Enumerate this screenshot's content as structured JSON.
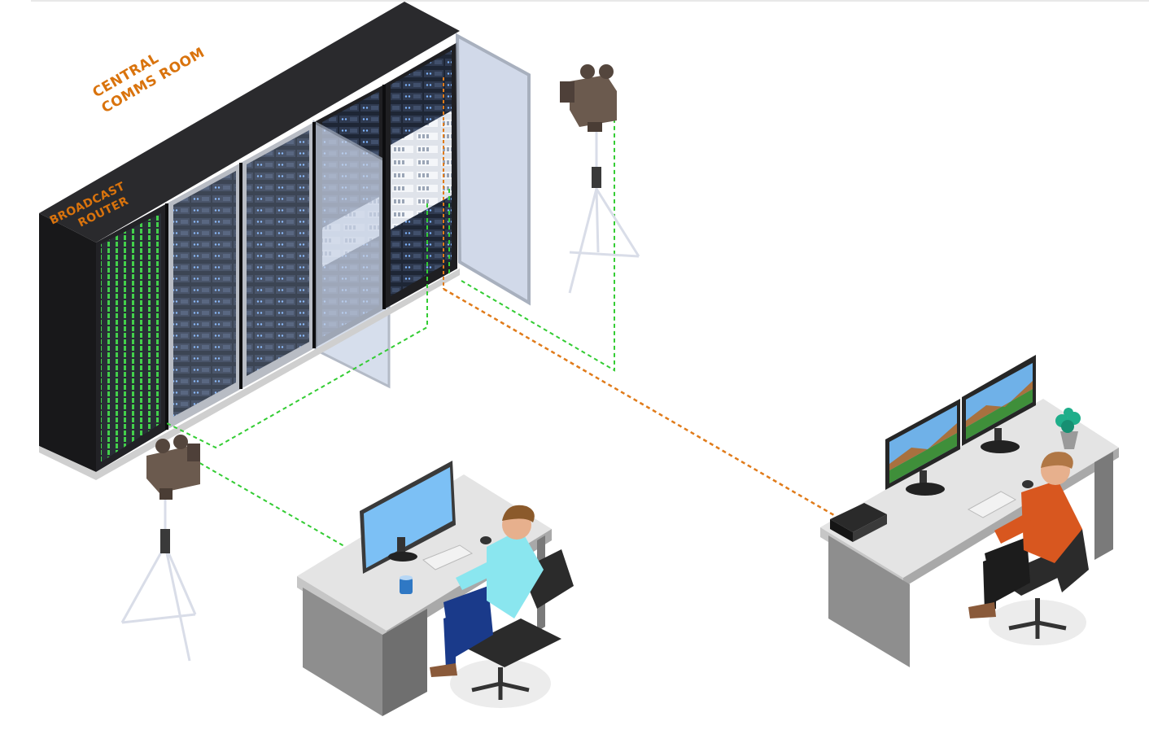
{
  "labels": {
    "central_room_line1": "CENTRAL",
    "central_room_line2": "COMMS ROOM",
    "router_line1": "BROADCAST",
    "router_line2": "ROUTER"
  },
  "colors": {
    "label_orange": "#d9730d",
    "green_link": "#33cc33",
    "orange_link": "#e07b1a",
    "rack_dark": "#1d1d1f",
    "rack_side": "#2b2b2e",
    "glass": "#c9d3e6",
    "desk_top": "#e4e4e4",
    "desk_side": "#8e8e8e",
    "monitor_blue": "#7cc0f5",
    "shirt_cyan": "#8ae6ef",
    "shirt_orange": "#d8571f",
    "camera_brown": "#6b5a4e",
    "plant_green": "#1fae8a"
  },
  "icons": [
    "server-rack-icon",
    "camera-icon",
    "tripod-icon",
    "monitor-icon",
    "operator-icon",
    "office-chair-icon",
    "encoder-box-icon",
    "plant-icon",
    "mug-icon"
  ]
}
